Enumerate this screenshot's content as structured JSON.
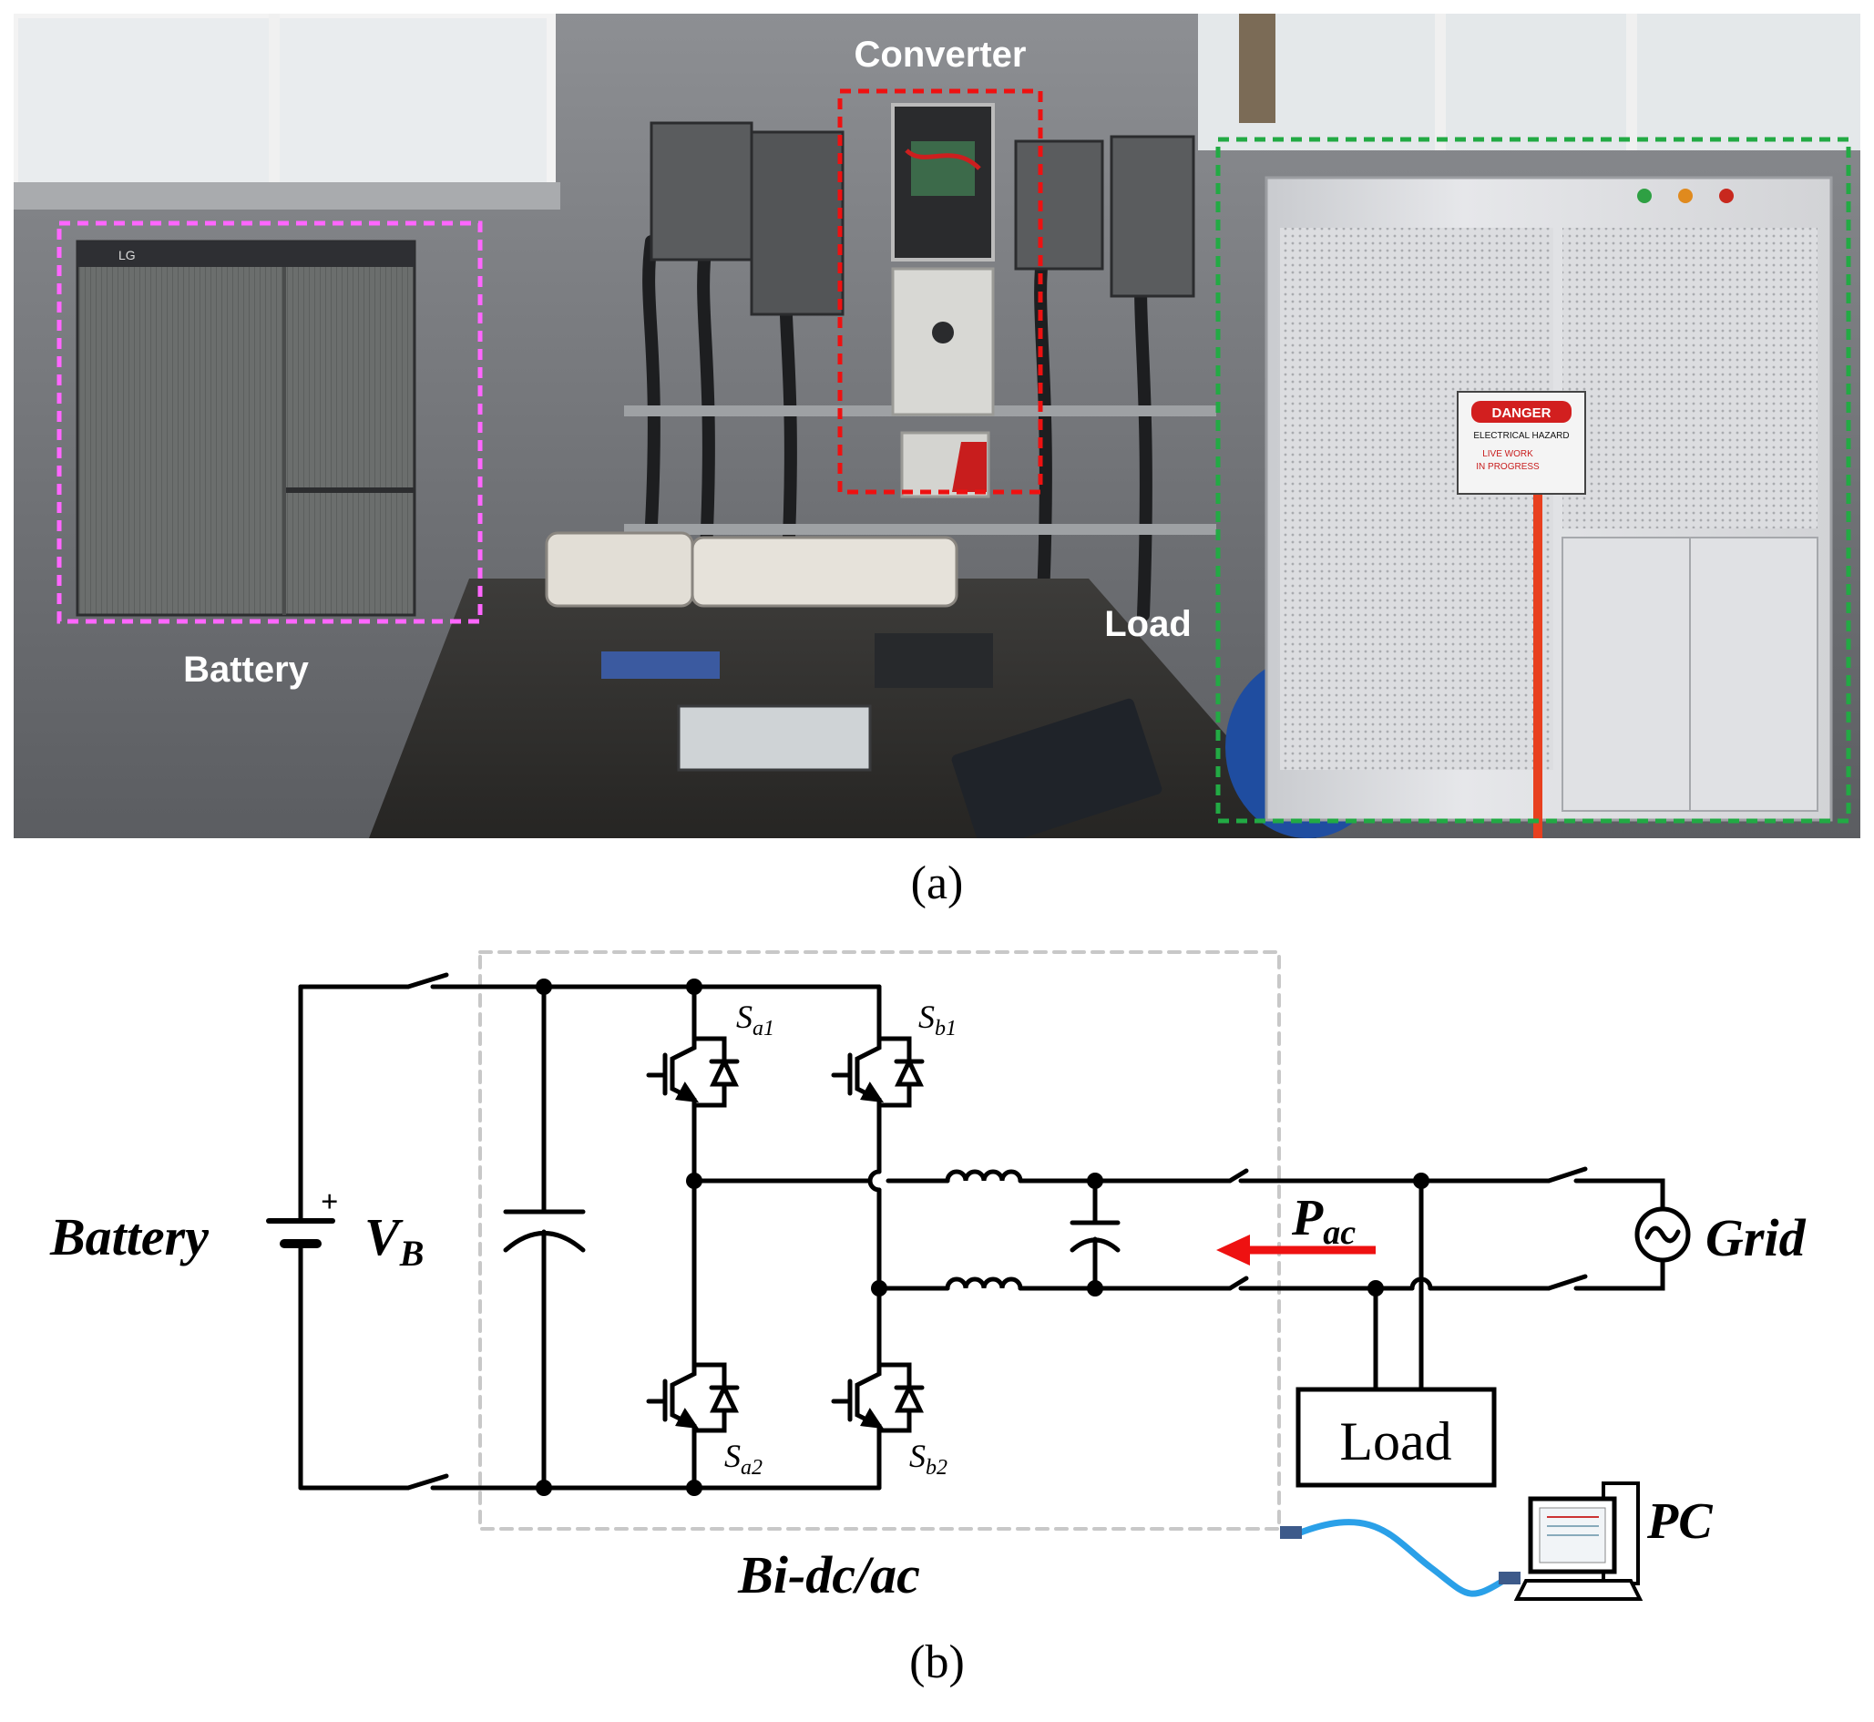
{
  "photo": {
    "callouts": {
      "battery": {
        "label": "Battery",
        "color": "#ff66ff"
      },
      "converter": {
        "label": "Converter",
        "color": "#ee1111"
      },
      "load": {
        "label": "Load",
        "color": "#22aa44"
      }
    },
    "danger_sign": {
      "header": "DANGER",
      "line1": "ELECTRICAL HAZARD",
      "line2": "LIVE WORK",
      "line3": "IN PROGRESS"
    },
    "battery_brand": "LG",
    "caption": "(a)"
  },
  "circuit": {
    "battery_label": "Battery",
    "vb_label": "V",
    "vb_sub": "B",
    "plus_sign": "+",
    "switch_labels": [
      {
        "main": "S",
        "sub": "a1"
      },
      {
        "main": "S",
        "sub": "b1"
      },
      {
        "main": "S",
        "sub": "a2"
      },
      {
        "main": "S",
        "sub": "b2"
      }
    ],
    "pac_main": "P",
    "pac_sub": "ac",
    "load_label": "Load",
    "grid_label": "Grid",
    "pc_label": "PC",
    "converter_label": "Bi-dc/ac",
    "caption": "(b)",
    "arrow_color": "#ee1111",
    "cable_color": "#2aa0e8",
    "box_color": "#c8c8c8"
  }
}
